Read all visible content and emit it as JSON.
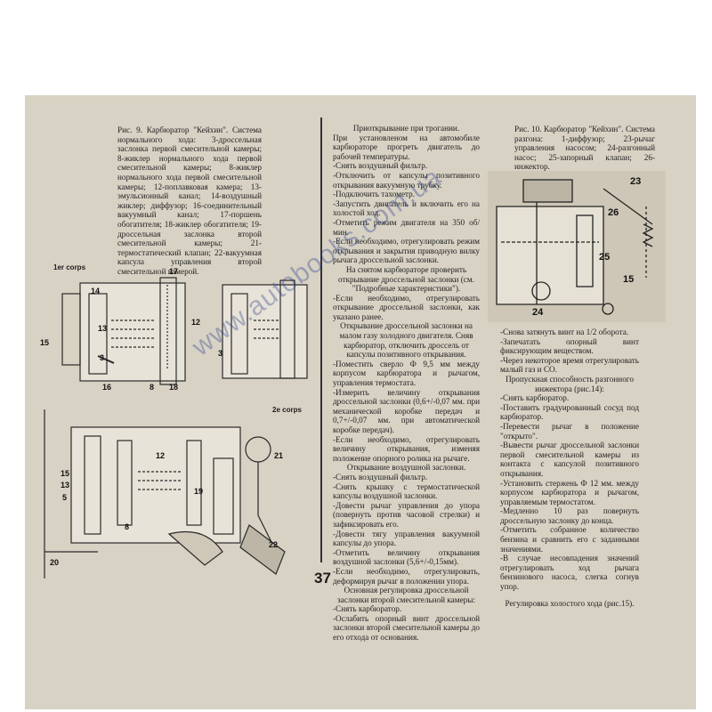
{
  "page_number": "37",
  "fig9": {
    "caption": "Рис. 9. Карбюратор \"Кейхин\". Система нормального хода: 3-дроссельная заслонка первой смесительной камеры; 8-жиклер нормального хода первой смесительной камеры; 8-жиклер нормального хода первой смесительной камеры; 12-поплавковая камера; 13-эмульсионный канал; 14-воздушный жиклер; диффузор; 16-соединительный вакуумный канал; 17-поршень обогатителя; 18-жиклер обогатителя; 19-дроссельная заслонка второй смесительной камеры; 21-термостатический клапан; 22-вакуумная капсула управления второй смесительной камерой.",
    "corps1": "1er corps",
    "corps2": "2e corps",
    "labels": [
      "14",
      "13",
      "15",
      "3",
      "16",
      "17",
      "12",
      "8",
      "18",
      "3",
      "21",
      "12",
      "15",
      "13",
      "5",
      "8",
      "19",
      "20",
      "22"
    ]
  },
  "col2": [
    "Приоткрывание при трогании.",
    "При установленом на автомобиле карбюраторе прогреть двигатель до рабочей температуры.",
    "-Снять воздушный фильтр.",
    "-Отключить от капсулы позитивного открывания вакуумную трубку.",
    "-Подключить тахометр.",
    "-Запустить двигатель и включить его на холостой ход.",
    "-Отметить режим двигателя на 350 об/мин.",
    "-Если необходимо, отрегулировать режим открывания и закрытия приводную вилку рычага дроссельной заслонки.",
    "На снятом карбюраторе проверить открывание дроссельной заслонки (см. \"Подробные характеристики\").",
    "-Если необходимо, отрегулировать открывание дроссельной заслонки, как указано ранее.",
    "Открывание дроссельной заслонки на малом газу холодного двигателя. Сняв карбюратор, отключить дроссель от капсулы позитивного открывания.",
    "-Поместить сверло Ф 9,5 мм между корпусом карбюратора и рычагом, управления термостата.",
    "-Измерить величину открывания дроссельной заслонки (0,6+/-0,07 мм. при механической коробке передач и 0,7+/-0,07 мм. при автоматической коробке передач).",
    "-Если необходимо, отрегулировать величину открывания, изменяя положение опорного ролика на рычаге.",
    "Открывание воздушной заслонки.",
    "-Снять воздушный фильтр.",
    "-Снять крышку с термостатической капсулы воздушной заслонки.",
    "-Довести рычаг управления до упора (повернуть против часовой стрелки) и зафиксировать его.",
    "-Довести тягу управления вакуумной капсулы до упора.",
    "-Отметить величину открывания воздушной заслонки (5,6+/-0,15мм).",
    "-Если необходимо, отрегулировать, деформируя рычаг в положении упора.",
    "Основная регулировка дроссельной заслонки второй смесительной камеры:",
    "-Снять карбюратор.",
    "-Ослабить опорный винт дроссельной заслонки второй смесительной камеры до его отхода от основания."
  ],
  "fig10": {
    "caption": "Рис. 10. Карбюратор \"Кейхин\". Система разгона: 1-диффузор; 23-рычаг управления насосом; 24-разгонный насос; 25-запорный клапан; 26-инжектор.",
    "labels": [
      "23",
      "26",
      "25",
      "15",
      "24"
    ]
  },
  "col3": [
    "-Снова затянуть винт на 1/2 оборота.",
    "-Запечатать опорный винт фиксирующим веществом.",
    "-Через некоторое время отрегулировать малый газ и СО.",
    "Пропускная способность разгонного инжектора (рис.14):",
    "-Снять карбюратор.",
    "-Поставить градуированный сосуд под карбюратор.",
    "-Перевести рычаг в положение \"открыто\".",
    "-Вывести рычаг дроссельной заслонки первой смесительной камеры из контакта с капсулой позитивного открывания.",
    "-Установить стержень Ф 12 мм. между корпусом карбюратора и рычагом, управляемым термостатом.",
    "-Медленно 10 раз повернуть дроссельную заслонку до конца.",
    "-Отметить собранное количество бензина и сравнить его с заданными значениями.",
    "-В случае несовпадения значений отрегулировать ход рычага бензинового насоса, слегка согнув упор.",
    "Регулировка холостого хода (рис.15)."
  ],
  "watermark": "www.autobooks.com.ua"
}
